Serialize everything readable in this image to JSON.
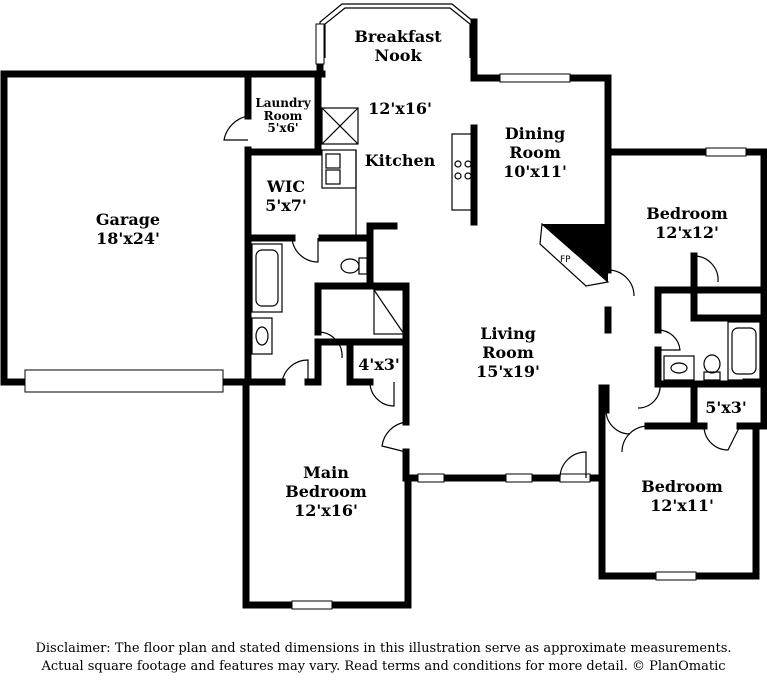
{
  "rooms": {
    "garage": {
      "name": "Garage",
      "size": "18'x24'"
    },
    "breakfast": {
      "name1": "Breakfast",
      "name2": "Nook",
      "size": "12'x16'"
    },
    "laundry": {
      "name1": "Laundry",
      "name2": "Room",
      "size": "5'x6'"
    },
    "kitchen": {
      "name": "Kitchen"
    },
    "dining": {
      "name1": "Dining",
      "name2": "Room",
      "size": "10'x11'"
    },
    "wic": {
      "name": "WIC",
      "size": "5'x7'"
    },
    "bedroom_ne": {
      "name": "Bedroom",
      "size": "12'x12'"
    },
    "closet_4x3": {
      "size": "4'x3'"
    },
    "living": {
      "name1": "Living",
      "name2": "Room",
      "size": "15'x19'"
    },
    "closet_5x3": {
      "size": "5'x3'"
    },
    "main_bedroom": {
      "name1": "Main",
      "name2": "Bedroom",
      "size": "12'x16'"
    },
    "bedroom_se": {
      "name": "Bedroom",
      "size": "12'x11'"
    }
  },
  "fireplace_label": "FP",
  "disclaimer": {
    "line1": "Disclaimer: The floor plan and stated dimensions in this illustration serve as approximate measurements.",
    "line2": "Actual square footage and features may vary. Read terms and conditions for more detail. © PlanOmatic"
  }
}
